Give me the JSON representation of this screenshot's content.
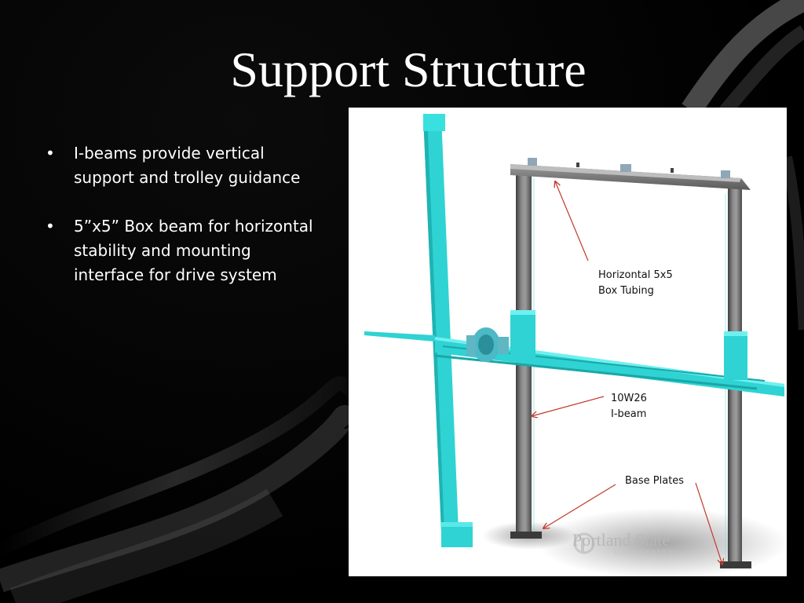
{
  "slide": {
    "title": "Support Structure",
    "bullets": [
      {
        "text": "I-beams provide vertical support and trolley guidance"
      },
      {
        "text": "5”x5” Box beam for horizontal stability and mounting interface for drive system"
      }
    ]
  },
  "figure": {
    "callouts": [
      {
        "line1": "Horizontal 5x5",
        "line2": "Box Tubing"
      },
      {
        "line1": "10W26",
        "line2": "I-beam"
      },
      {
        "line1": "Base Plates",
        "line2": ""
      }
    ],
    "watermark": {
      "name": "Portland State",
      "sub": "UNIVERSITY"
    }
  },
  "colors": {
    "background": "#000000",
    "text": "#ffffff",
    "cyan_part": "#2fd3d3",
    "steel": "#6f6f6f",
    "arrow": "#c0392b"
  }
}
